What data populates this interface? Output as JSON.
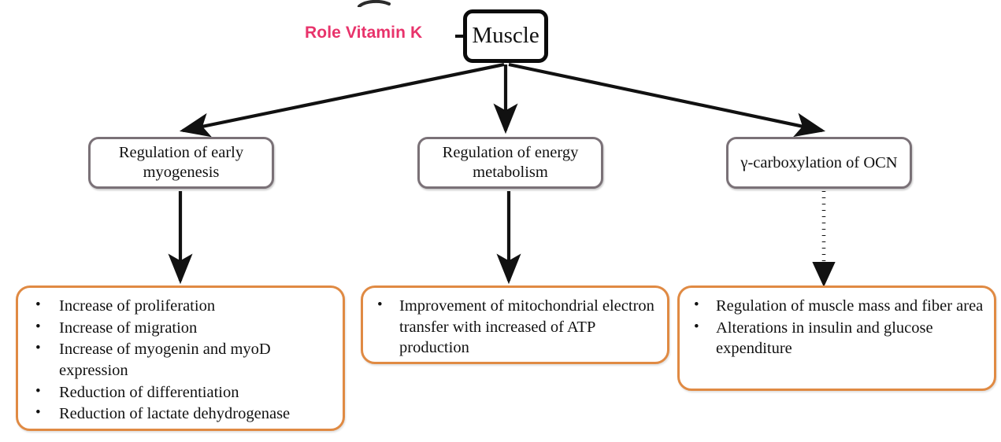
{
  "diagram": {
    "caption": "Role Vitamin K",
    "caption_color": "#e8336b",
    "root": {
      "label": "Muscle"
    },
    "branches": [
      {
        "id": "early-myogenesis",
        "label": "Regulation of early myogenesis",
        "connector": "solid-arrow",
        "outcomes": [
          "Increase of proliferation",
          "Increase of migration",
          "Increase of myogenin and myoD expression",
          "Reduction of differentiation",
          "Reduction of lactate dehydrogenase"
        ]
      },
      {
        "id": "energy-metabolism",
        "label": "Regulation of energy metabolism",
        "connector": "solid-arrow",
        "outcomes": [
          "Improvement of mitochondrial electron transfer with increased of ATP production"
        ]
      },
      {
        "id": "gamma-carboxylation-ocn",
        "label": "γ-carboxylation of OCN",
        "connector": "dotted-arrow",
        "outcomes": [
          "Regulation of muscle mass and fiber area",
          "Alterations in insulin and glucose expenditure"
        ]
      }
    ],
    "colors": {
      "root_border": "#0b0b0b",
      "mid_border": "#7a7177",
      "outcome_border": "#e08a43",
      "arrow": "#111111",
      "background": "#ffffff"
    }
  }
}
